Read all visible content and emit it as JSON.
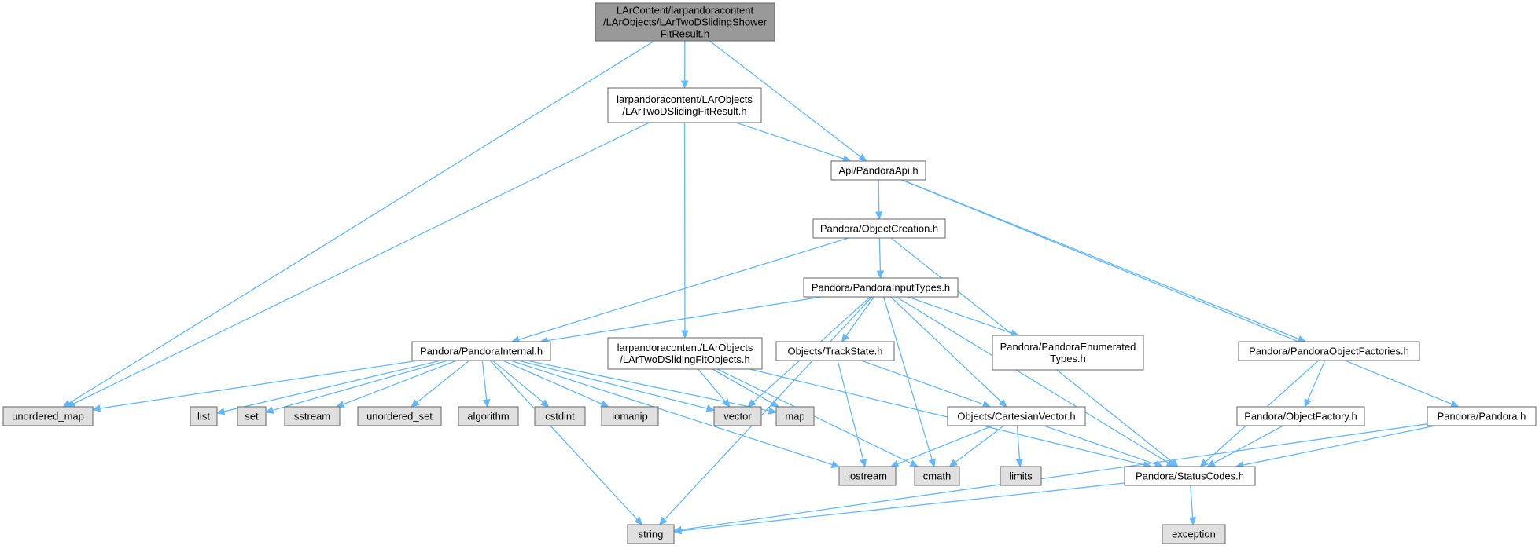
{
  "colors": {
    "root_fill": "#999999",
    "documented_fill": "#ffffff",
    "external_fill": "#e0e0e0",
    "edge": "#63b8ff"
  },
  "nodes": [
    {
      "id": "root",
      "kind": "root",
      "lines": [
        "LArContent/larpandoracontent",
        "/LArObjects/LArTwoDSlidingShower",
        "FitResult.h"
      ]
    },
    {
      "id": "fitresult",
      "kind": "documented",
      "lines": [
        "larpandoracontent/LArObjects",
        "/LArTwoDSlidingFitResult.h"
      ]
    },
    {
      "id": "pandoraapi",
      "kind": "documented",
      "lines": [
        "Api/PandoraApi.h"
      ]
    },
    {
      "id": "objectcreation",
      "kind": "documented",
      "lines": [
        "Pandora/ObjectCreation.h"
      ]
    },
    {
      "id": "inputtypes",
      "kind": "documented",
      "lines": [
        "Pandora/PandoraInputTypes.h"
      ]
    },
    {
      "id": "pandorainternal",
      "kind": "documented",
      "lines": [
        "Pandora/PandoraInternal.h"
      ]
    },
    {
      "id": "fitobjects",
      "kind": "documented",
      "lines": [
        "larpandoracontent/LArObjects",
        "/LArTwoDSlidingFitObjects.h"
      ]
    },
    {
      "id": "trackstate",
      "kind": "documented",
      "lines": [
        "Objects/TrackState.h"
      ]
    },
    {
      "id": "enumerated",
      "kind": "documented",
      "lines": [
        "Pandora/PandoraEnumerated",
        "Types.h"
      ]
    },
    {
      "id": "objfactories",
      "kind": "documented",
      "lines": [
        "Pandora/PandoraObjectFactories.h"
      ]
    },
    {
      "id": "objfactory",
      "kind": "documented",
      "lines": [
        "Pandora/ObjectFactory.h"
      ]
    },
    {
      "id": "pandora",
      "kind": "documented",
      "lines": [
        "Pandora/Pandora.h"
      ]
    },
    {
      "id": "cartesian",
      "kind": "documented",
      "lines": [
        "Objects/CartesianVector.h"
      ]
    },
    {
      "id": "statuscodes",
      "kind": "documented",
      "lines": [
        "Pandora/StatusCodes.h"
      ]
    },
    {
      "id": "unordered_map",
      "kind": "external",
      "lines": [
        "unordered_map"
      ]
    },
    {
      "id": "list",
      "kind": "external",
      "lines": [
        "list"
      ]
    },
    {
      "id": "set",
      "kind": "external",
      "lines": [
        "set"
      ]
    },
    {
      "id": "sstream",
      "kind": "external",
      "lines": [
        "sstream"
      ]
    },
    {
      "id": "unordered_set",
      "kind": "external",
      "lines": [
        "unordered_set"
      ]
    },
    {
      "id": "algorithm",
      "kind": "external",
      "lines": [
        "algorithm"
      ]
    },
    {
      "id": "cstdint",
      "kind": "external",
      "lines": [
        "cstdint"
      ]
    },
    {
      "id": "iomanip",
      "kind": "external",
      "lines": [
        "iomanip"
      ]
    },
    {
      "id": "vector",
      "kind": "external",
      "lines": [
        "vector"
      ]
    },
    {
      "id": "map",
      "kind": "external",
      "lines": [
        "map"
      ]
    },
    {
      "id": "iostream",
      "kind": "external",
      "lines": [
        "iostream"
      ]
    },
    {
      "id": "cmath",
      "kind": "external",
      "lines": [
        "cmath"
      ]
    },
    {
      "id": "limits",
      "kind": "external",
      "lines": [
        "limits"
      ]
    },
    {
      "id": "string",
      "kind": "external",
      "lines": [
        "string"
      ]
    },
    {
      "id": "exception",
      "kind": "external",
      "lines": [
        "exception"
      ]
    }
  ],
  "edges": [
    [
      "root",
      "unordered_map"
    ],
    [
      "root",
      "fitresult"
    ],
    [
      "root",
      "pandoraapi"
    ],
    [
      "fitresult",
      "unordered_map"
    ],
    [
      "fitresult",
      "pandoraapi"
    ],
    [
      "fitresult",
      "fitobjects"
    ],
    [
      "pandoraapi",
      "objectcreation"
    ],
    [
      "pandoraapi",
      "objfactories"
    ],
    [
      "pandoraapi",
      "pandora"
    ],
    [
      "objectcreation",
      "inputtypes"
    ],
    [
      "objectcreation",
      "pandorainternal"
    ],
    [
      "objectcreation",
      "statuscodes"
    ],
    [
      "inputtypes",
      "pandorainternal"
    ],
    [
      "inputtypes",
      "trackstate"
    ],
    [
      "inputtypes",
      "enumerated"
    ],
    [
      "inputtypes",
      "cartesian"
    ],
    [
      "inputtypes",
      "statuscodes"
    ],
    [
      "inputtypes",
      "string"
    ],
    [
      "inputtypes",
      "vector"
    ],
    [
      "inputtypes",
      "cmath"
    ],
    [
      "pandorainternal",
      "unordered_map"
    ],
    [
      "pandorainternal",
      "list"
    ],
    [
      "pandorainternal",
      "set"
    ],
    [
      "pandorainternal",
      "sstream"
    ],
    [
      "pandorainternal",
      "unordered_set"
    ],
    [
      "pandorainternal",
      "algorithm"
    ],
    [
      "pandorainternal",
      "cstdint"
    ],
    [
      "pandorainternal",
      "iomanip"
    ],
    [
      "pandorainternal",
      "vector"
    ],
    [
      "pandorainternal",
      "map"
    ],
    [
      "pandorainternal",
      "iostream"
    ],
    [
      "pandorainternal",
      "string"
    ],
    [
      "fitobjects",
      "vector"
    ],
    [
      "fitobjects",
      "map"
    ],
    [
      "fitobjects",
      "cmath"
    ],
    [
      "fitobjects",
      "statuscodes"
    ],
    [
      "trackstate",
      "cartesian"
    ],
    [
      "trackstate",
      "iostream"
    ],
    [
      "cartesian",
      "iostream"
    ],
    [
      "cartesian",
      "cmath"
    ],
    [
      "cartesian",
      "limits"
    ],
    [
      "cartesian",
      "statuscodes"
    ],
    [
      "objfactories",
      "objfactory"
    ],
    [
      "objfactories",
      "statuscodes"
    ],
    [
      "objfactory",
      "statuscodes"
    ],
    [
      "pandora",
      "statuscodes"
    ],
    [
      "pandora",
      "string"
    ],
    [
      "statuscodes",
      "string"
    ],
    [
      "statuscodes",
      "exception"
    ]
  ]
}
